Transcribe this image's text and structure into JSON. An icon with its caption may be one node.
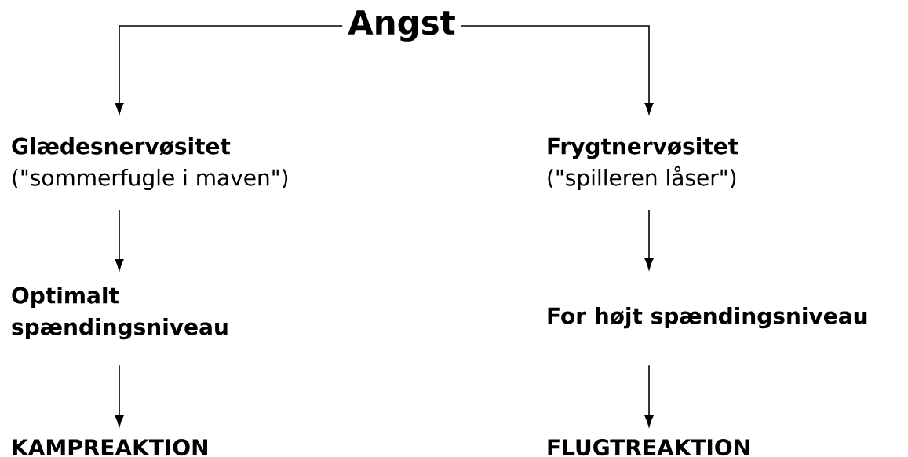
{
  "diagram": {
    "nodes": [
      {
        "text": [
          "Angst"
        ]
      },
      {
        "text": [
          "Glædesnervøsitet",
          "(\"sommerfugle i maven\")"
        ]
      },
      {
        "text": [
          "Frygtnervøsitet",
          "(\"spilleren låser\")"
        ]
      },
      {
        "text": [
          "Optimalt spændingsniveau"
        ]
      },
      {
        "text": [
          "For højt spændingsniveau"
        ]
      },
      {
        "text": [
          "KAMPREAKTION"
        ]
      },
      {
        "text": [
          "FLUGTREAKTION"
        ]
      }
    ],
    "edges": [
      {
        "from": 0,
        "to": 1,
        "arrow": "to"
      },
      {
        "from": 0,
        "to": 2,
        "arrow": "to"
      },
      {
        "from": 1,
        "to": 3,
        "arrow": "to"
      },
      {
        "from": 2,
        "to": 4,
        "arrow": "to"
      },
      {
        "from": 3,
        "to": 5,
        "arrow": "to"
      },
      {
        "from": 4,
        "to": 6,
        "arrow": "to"
      }
    ]
  }
}
